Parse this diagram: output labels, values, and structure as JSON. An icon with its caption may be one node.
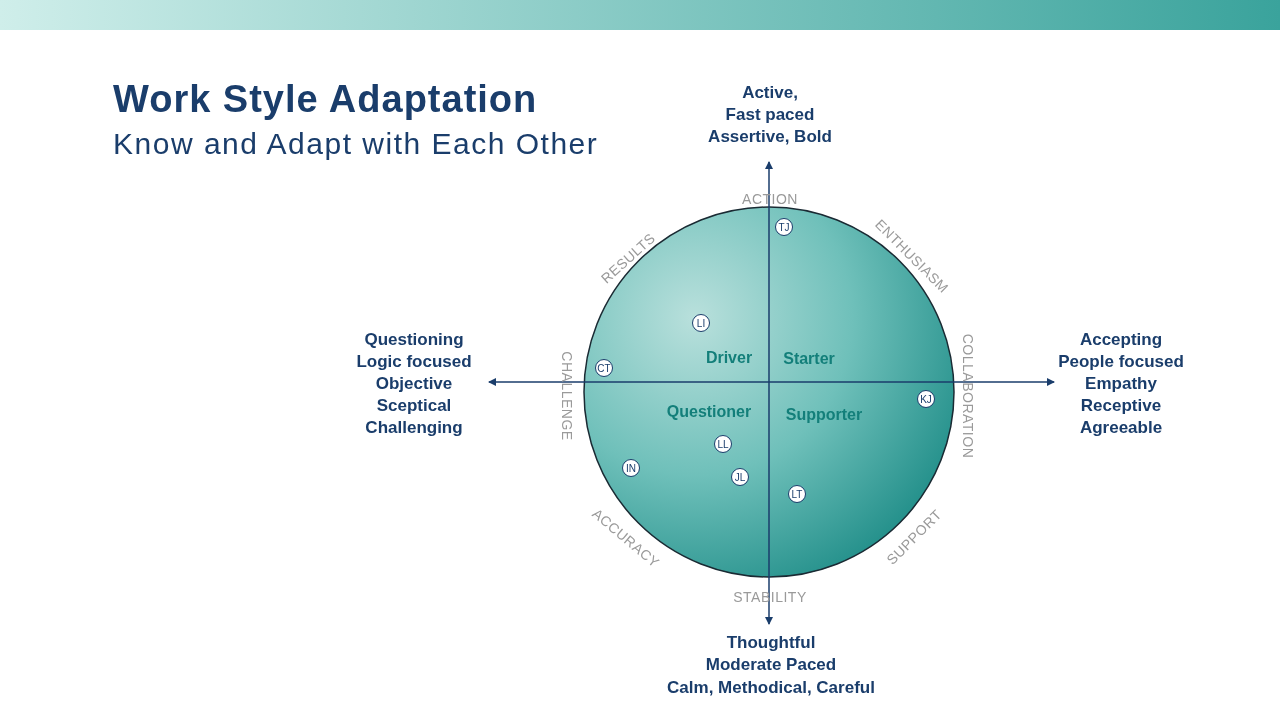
{
  "diagram": {
    "title": "Work Style Adaptation",
    "nodes": [
      {
        "text": [
          "TJ"
        ]
      },
      {
        "text": [
          "LI"
        ]
      },
      {
        "text": [
          "CT"
        ]
      },
      {
        "text": [
          "KJ"
        ]
      },
      {
        "text": [
          "LL"
        ]
      },
      {
        "text": [
          "IN"
        ]
      },
      {
        "text": [
          "JL"
        ]
      },
      {
        "text": [
          "LT"
        ]
      }
    ],
    "labels": [
      "Know and Adapt with Each Other",
      "Active,",
      "Fast paced",
      "Assertive, Bold",
      "ACTION",
      "RESULTS",
      "ENTHUSIASM",
      "Questioning",
      "Logic focused",
      "Objective",
      "Sceptical",
      "Challenging",
      "Driver",
      "Starter",
      "COLLABORATION",
      "Accepting",
      "People focused",
      "Empathy",
      "Receptive",
      "Agreeable",
      "CHALLENGE",
      "Questioner",
      "Supporter",
      "ACCURACY",
      "SUPPORT",
      "STABILITY",
      "Thoughtful",
      "Moderate Paced",
      "Calm, Methodical, Careful"
    ]
  }
}
